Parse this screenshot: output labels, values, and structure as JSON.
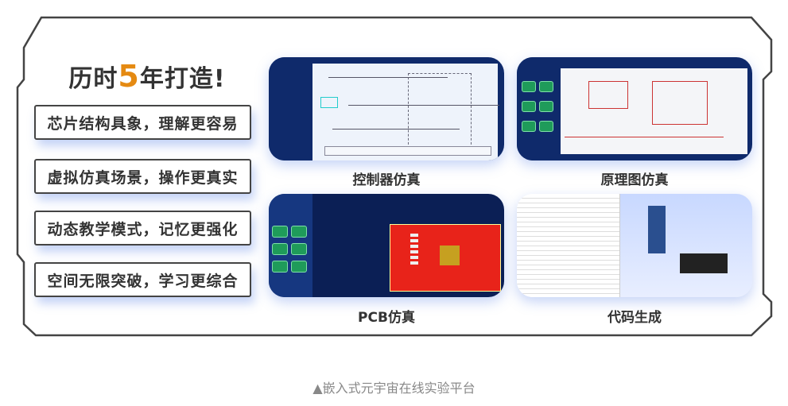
{
  "headline": {
    "prefix": "历时",
    "highlight": "5",
    "suffix": "年打造!"
  },
  "features": [
    "芯片结构具象，理解更容易",
    "虚拟仿真场景，操作更真实",
    "动态教学模式，记忆更强化",
    "空间无限突破，学习更综合"
  ],
  "panels": [
    {
      "label": "控制器仿真"
    },
    {
      "label": "原理图仿真"
    },
    {
      "label": "PCB仿真"
    },
    {
      "label": "代码生成"
    }
  ],
  "caption": "▲嵌入式元宇宙在线实验平台",
  "colors": {
    "accent": "#e58a12",
    "text": "#333333",
    "shadow": "#5a82e6"
  }
}
